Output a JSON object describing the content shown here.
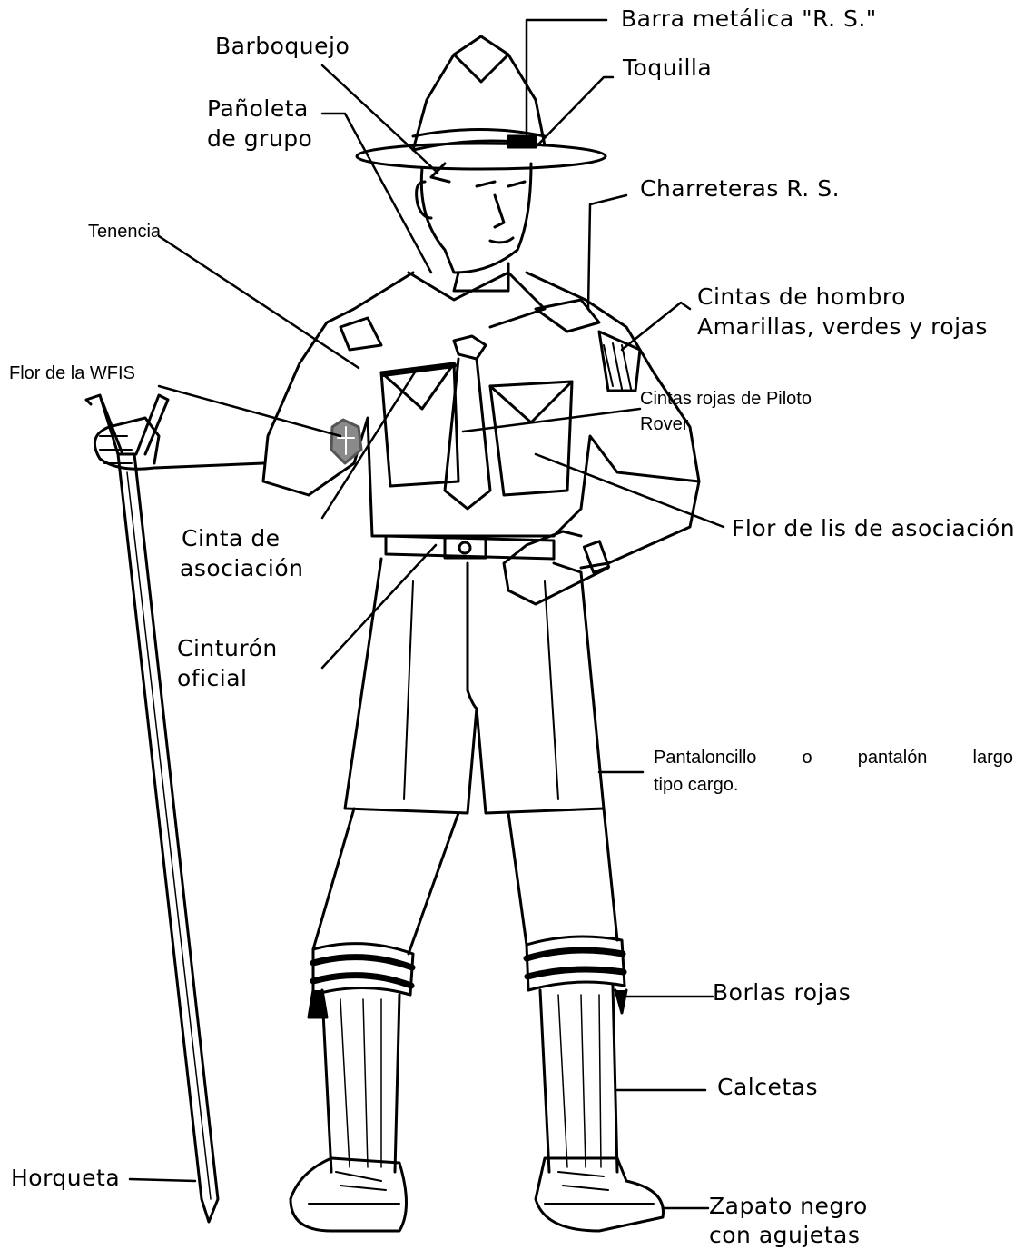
{
  "labels": {
    "barra": "Barra metálica \"R. S.\"",
    "toquilla": "Toquilla",
    "barboquejo": "Barboquejo",
    "panoleta_1": "Pañoleta",
    "panoleta_2": "de grupo",
    "charreteras": "Charreteras R. S.",
    "tenencia": "Tenencia",
    "cintas_hombro_1": "Cintas de hombro",
    "cintas_hombro_2": "Amarillas, verdes y rojas",
    "flor_wfis": "Flor de la WFIS",
    "cintas_piloto_1": "Cintas rojas de Piloto",
    "cintas_piloto_2": "Rover",
    "flor_lis": "Flor de lis de asociación",
    "cinta_asoc_1": "Cinta de",
    "cinta_asoc_2": "asociación",
    "cinturon_1": "Cinturón",
    "cinturon_2": "oficial",
    "pantalon_1": "Pantaloncillo o pantalón largo",
    "pantalon_2": "tipo cargo.",
    "borlas": "Borlas rojas",
    "calcetas": "Calcetas",
    "horqueta": "Horqueta",
    "zapato_1": "Zapato negro",
    "zapato_2": "con agujetas"
  },
  "colors": {
    "ink": "#000000",
    "paper": "#ffffff",
    "badge": "#8a8a8a"
  }
}
